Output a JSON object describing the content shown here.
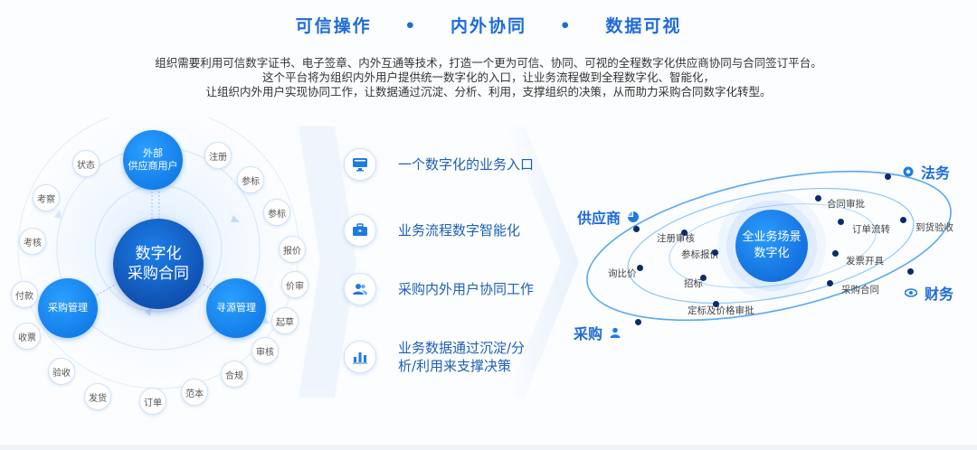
{
  "title": {
    "part1": "可信操作",
    "part2": "内外协同",
    "part3": "数据可视",
    "separator": "•"
  },
  "intro": {
    "line1": "组织需要利用可信数字证书、电子签章、内外互通等技术，打造一个更为可信、协同、可视的全程数字化供应商协同与合同签订平台。",
    "line2": "这个平台将为组织内外用户提供统一数字化的入口，让业务流程做到全程数字化、智能化，",
    "line3": "让组织内外用户实现协同工作，让数据通过沉淀、分析、利用，支撑组织的决策，从而助力采购合同数字化转型。"
  },
  "left_diagram": {
    "center": {
      "line1": "数字化",
      "line2": "采购合同"
    },
    "top_node": {
      "line1": "外部",
      "line2": "供应商用户"
    },
    "left_node": {
      "label": "采购管理"
    },
    "right_node": {
      "label": "寻源管理"
    },
    "bubbles": [
      "状态",
      "注册",
      "参标",
      "考察",
      "参标",
      "考核",
      "报价",
      "付款",
      "价审",
      "起草",
      "收票",
      "审核",
      "验收",
      "合规",
      "发货",
      "订单",
      "范本"
    ]
  },
  "features": [
    {
      "icon": "monitor-icon",
      "label_line1": "一个数字化的业务入口",
      "label_line2": ""
    },
    {
      "icon": "briefcase-icon",
      "label_line1": "业务流程数字智能化",
      "label_line2": ""
    },
    {
      "icon": "users-icon",
      "label_line1": "采购内外用户协同工作",
      "label_line2": ""
    },
    {
      "icon": "bar-chart-icon",
      "label_line1": "业务数据通过沉淀/分",
      "label_line2": "析/利用来支撑决策"
    }
  ],
  "right_diagram": {
    "center": {
      "line1": "全业务场景",
      "line2": "数字化"
    },
    "actors": {
      "supplier": "供应商",
      "legal": "法务",
      "finance": "财务",
      "purchase": "采购"
    },
    "steps": [
      "注册审核",
      "参标报价",
      "询比价",
      "招标",
      "定标及价格审批",
      "合同审批",
      "订单流转",
      "到货验收",
      "发票开具",
      "采购合同"
    ]
  },
  "colors": {
    "accent": "#1f6bd8",
    "node_blue": "#0b6fe0",
    "dark_blue": "#0a3f9c",
    "dot": "#0d2a6b"
  }
}
